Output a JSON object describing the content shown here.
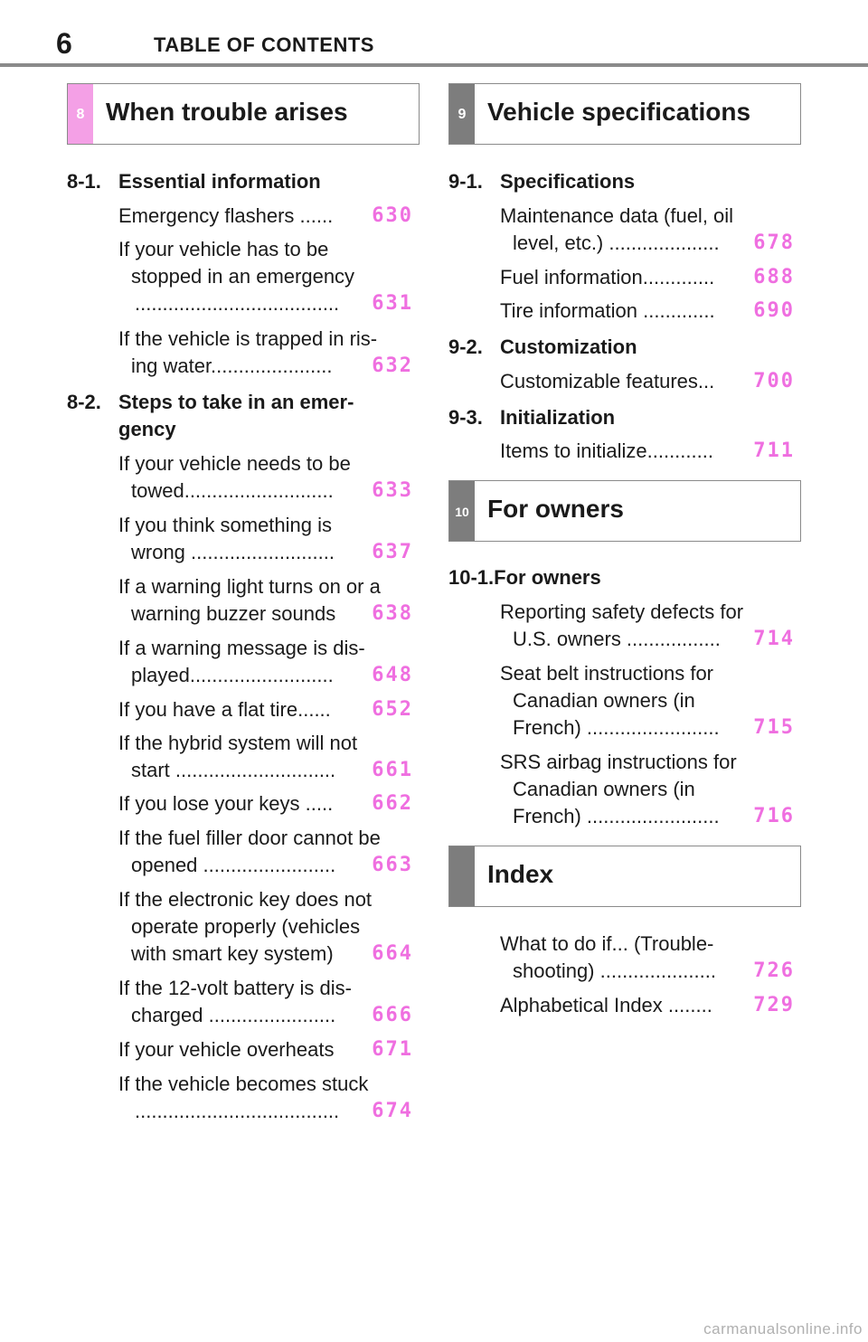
{
  "header": {
    "page_number": "6",
    "title": "TABLE OF CONTENTS"
  },
  "colors": {
    "tab_pink": "#f4a0e6",
    "tab_grey": "#7d7d7d",
    "page_link": "#ef6fe0",
    "rule": "#8a8a8a"
  },
  "sections": {
    "s8": {
      "num": "8",
      "title": "When trouble arises"
    },
    "s9": {
      "num": "9",
      "title": "Vehicle specifications"
    },
    "s10": {
      "num": "10",
      "title": "For owners"
    },
    "index": {
      "num": "",
      "title": "Index"
    }
  },
  "sub8_1": {
    "code": "8-1.",
    "title": "Essential information"
  },
  "sub8_2": {
    "code": "8-2.",
    "title": "Steps to take in an emer-",
    "title_cont": "gency"
  },
  "sub9_1": {
    "code": "9-1.",
    "title": "Specifications"
  },
  "sub9_2": {
    "code": "9-2.",
    "title": "Customization"
  },
  "sub9_3": {
    "code": "9-3.",
    "title": "Initialization"
  },
  "sub10_1": {
    "code": "10-1.",
    "title": "For owners"
  },
  "entries": {
    "e630": {
      "l1": "Emergency flashers ......",
      "page": "630"
    },
    "e631": {
      "l1": "If your vehicle has to be",
      "l2": "stopped in an emergency",
      "l3": ".....................................",
      "page": "631"
    },
    "e632": {
      "l1": "If the vehicle is trapped in ris-",
      "l2": "ing water......................",
      "page": "632"
    },
    "e633": {
      "l1": "If your vehicle needs to be",
      "l2": "towed...........................",
      "page": "633"
    },
    "e637": {
      "l1": "If you think something is",
      "l2": "wrong ..........................",
      "page": "637"
    },
    "e638": {
      "l1": "If a warning light turns on or a",
      "l2": "warning buzzer sounds",
      "page": "638"
    },
    "e648": {
      "l1": "If a warning message is dis-",
      "l2": "played..........................",
      "page": "648"
    },
    "e652": {
      "l1": "If you have a flat tire......",
      "page": "652"
    },
    "e661": {
      "l1": "If the hybrid system will not",
      "l2": "start .............................",
      "page": "661"
    },
    "e662": {
      "l1": "If you lose your keys .....",
      "page": "662"
    },
    "e663": {
      "l1": "If the fuel filler door cannot be",
      "l2": "opened ........................",
      "page": "663"
    },
    "e664": {
      "l1": "If the electronic key does not",
      "l2": "operate properly (vehicles",
      "l3": "with smart key system)",
      "page": "664"
    },
    "e666": {
      "l1": "If the 12-volt battery is dis-",
      "l2": "charged .......................",
      "page": "666"
    },
    "e671": {
      "l1": "If your vehicle overheats",
      "page": "671"
    },
    "e674": {
      "l1": "If the vehicle becomes stuck",
      "l2": ".....................................",
      "page": "674"
    },
    "e678": {
      "l1": "Maintenance data (fuel, oil",
      "l2": "level, etc.) ....................",
      "page": "678"
    },
    "e688": {
      "l1": "Fuel information.............",
      "page": "688"
    },
    "e690": {
      "l1": "Tire information .............",
      "page": "690"
    },
    "e700": {
      "l1": "Customizable features...",
      "page": "700"
    },
    "e711": {
      "l1": "Items to initialize............",
      "page": "711"
    },
    "e714": {
      "l1": "Reporting safety defects for",
      "l2": "U.S. owners .................",
      "page": "714"
    },
    "e715": {
      "l1": "Seat belt instructions for",
      "l2": "Canadian owners (in",
      "l3": "French) ........................",
      "page": "715"
    },
    "e716": {
      "l1": "SRS airbag instructions for",
      "l2": "Canadian owners (in",
      "l3": "French) ........................",
      "page": "716"
    },
    "e726": {
      "l1": "What to do if... (Trouble-",
      "l2": "shooting) .....................",
      "page": "726"
    },
    "e729": {
      "l1": "Alphabetical Index ........",
      "page": "729"
    }
  },
  "watermark": "carmanualsonline.info"
}
